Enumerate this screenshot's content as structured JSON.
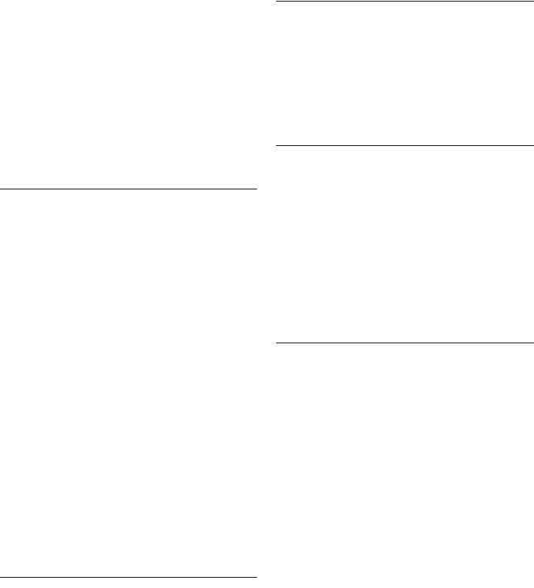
{
  "layout": {
    "theme_background": "#ffffff",
    "divider_color": "#1a1a1a"
  },
  "left_column": {
    "cards": [
      {
        "id": "card-left-1"
      },
      {
        "id": "card-left-2"
      }
    ]
  },
  "right_column": {
    "cards": [
      {
        "id": "card-right-1"
      },
      {
        "id": "card-right-2"
      },
      {
        "id": "card-right-3"
      }
    ]
  }
}
